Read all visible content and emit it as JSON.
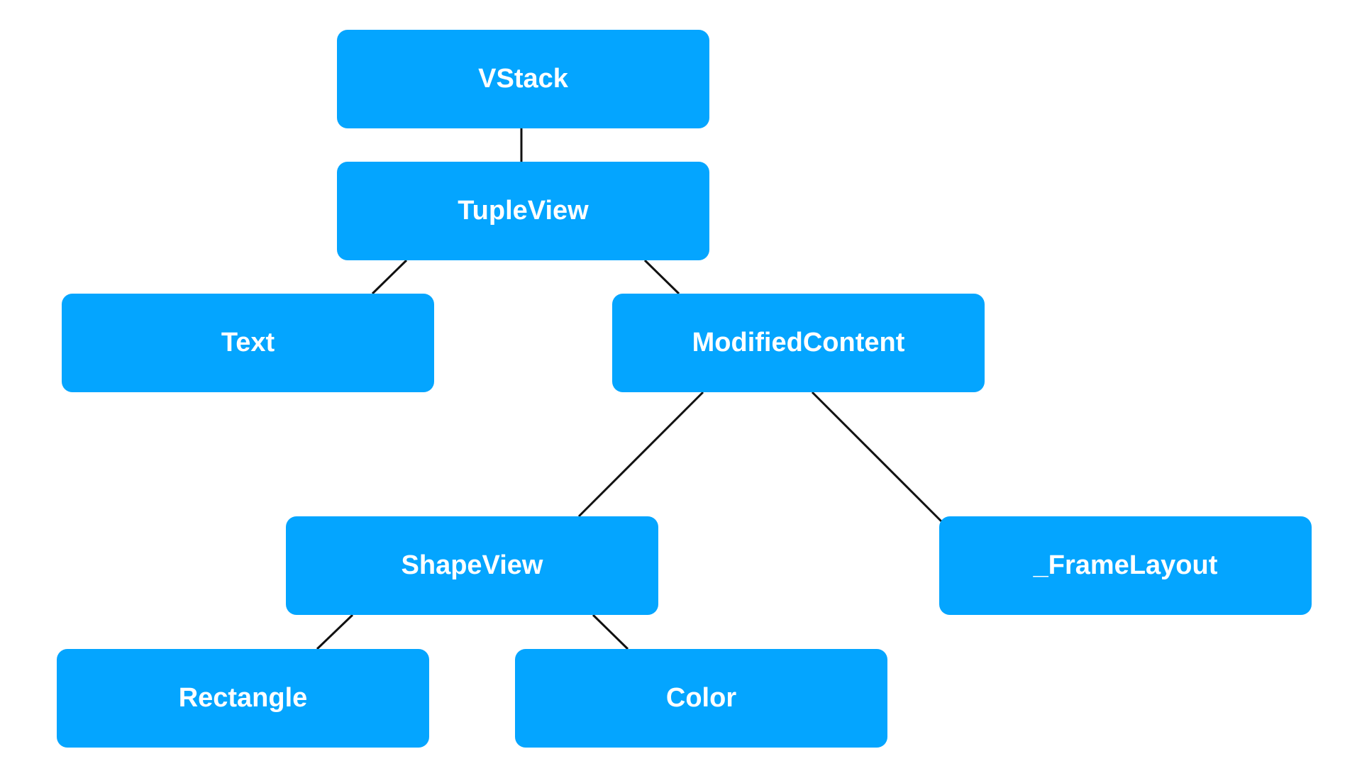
{
  "colors": {
    "node_fill": "#04A5FF",
    "node_text": "#FFFFFF",
    "connector": "#111111",
    "background": "#FFFFFF"
  },
  "nodes": [
    {
      "id": "vstack",
      "label": "VStack"
    },
    {
      "id": "tupleview",
      "label": "TupleView"
    },
    {
      "id": "text",
      "label": "Text"
    },
    {
      "id": "modified",
      "label": "ModifiedContent"
    },
    {
      "id": "shapeview",
      "label": "ShapeView"
    },
    {
      "id": "framelayout",
      "label": "_FrameLayout"
    },
    {
      "id": "rectangle",
      "label": "Rectangle"
    },
    {
      "id": "color",
      "label": "Color"
    }
  ],
  "edges": [
    {
      "from": "vstack",
      "to": "tupleview"
    },
    {
      "from": "tupleview",
      "to": "text"
    },
    {
      "from": "tupleview",
      "to": "modified"
    },
    {
      "from": "modified",
      "to": "shapeview"
    },
    {
      "from": "modified",
      "to": "framelayout"
    },
    {
      "from": "shapeview",
      "to": "rectangle"
    },
    {
      "from": "shapeview",
      "to": "color"
    }
  ]
}
